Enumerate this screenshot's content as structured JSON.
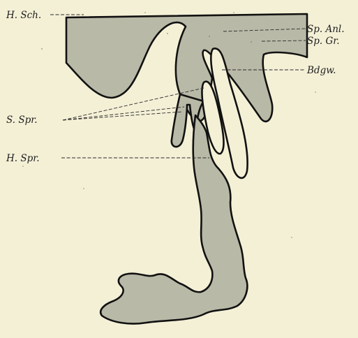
{
  "labels": {
    "h_sch": "H. Sch.",
    "sp_anl": "Sp. Anl.",
    "sp_gr": "Sp. Gr.",
    "bdgw": "Bdgw.",
    "s_spr": "S. Spr.",
    "h_spr": "H. Spr."
  },
  "colors": {
    "background": "#f4f0d6",
    "tissue": "#b9b9a7",
    "outline": "#111111"
  }
}
